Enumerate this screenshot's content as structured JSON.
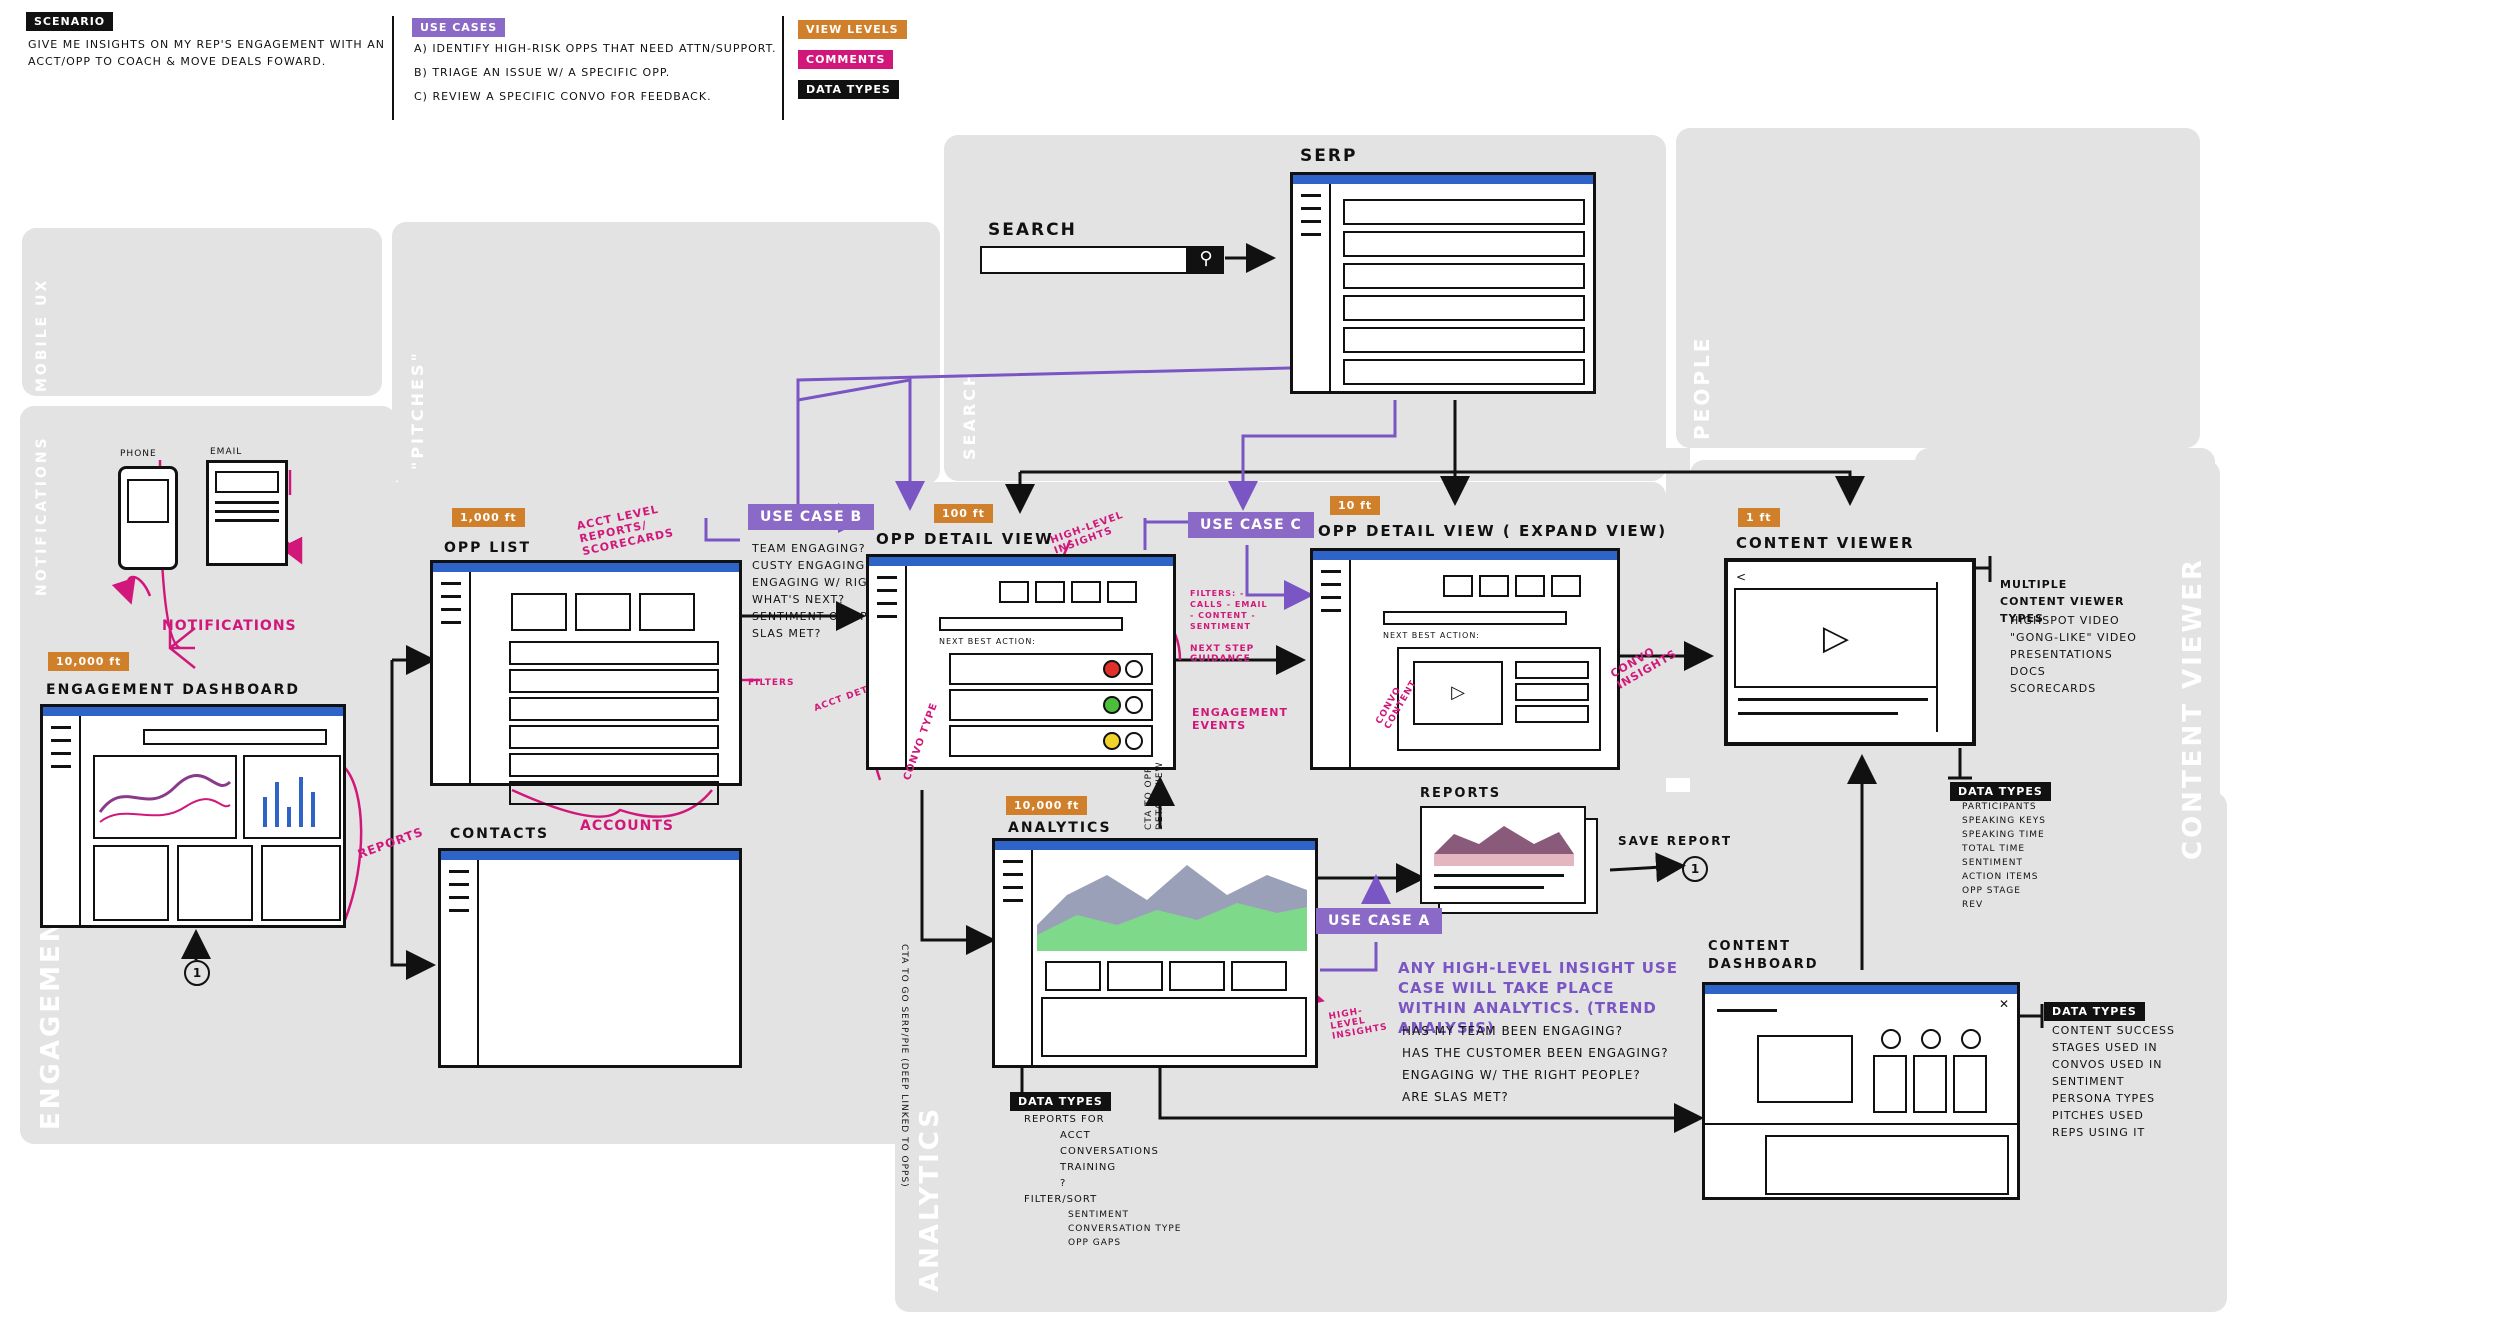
{
  "legend": {
    "scenario_tag": "SCENARIO",
    "scenario_text": "GIVE ME INSIGHTS ON MY REP'S ENGAGEMENT WITH AN ACCT/OPP TO COACH & MOVE DEALS FOWARD.",
    "use_cases_tag": "USE CASES",
    "use_cases": [
      "A) IDENTIFY HIGH-RISK OPPS THAT NEED ATTN/SUPPORT.",
      "B) TRIAGE AN ISSUE W/ A SPECIFIC OPP.",
      "C) REVIEW A SPECIFIC CONVO FOR FEEDBACK."
    ],
    "key_tags": [
      "VIEW LEVELS",
      "COMMENTS",
      "DATA TYPES"
    ]
  },
  "regions": {
    "mobile_ux": "MOBILE UX",
    "pitches": "\"PITCHES\"",
    "search": "SEARCH",
    "people": "PEOPLE",
    "notifications": "NOTIFICATIONS",
    "engagement": "ENGAGEMENT",
    "analytics": "ANALYTICS",
    "content_viewer": "CONTENT VIEWER"
  },
  "screens": {
    "search_label": "SEARCH",
    "serp": "SERP",
    "phone": "PHONE",
    "email": "EMAIL",
    "notifications": "NOTIFICATIONS",
    "engagement_view": "10,000 ft",
    "engagement_title": "ENGAGEMENT DASHBOARD",
    "reports": "REPORTS",
    "opp_list_view": "1,000 ft",
    "opp_list_title": "OPP LIST",
    "acct_level_reports": "ACCT LEVEL REPORTS/ SCORECARDS",
    "accounts": "ACCOUNTS",
    "filters": "FILTERS",
    "contacts_title": "CONTACTS",
    "use_case_b": "USE CASE B",
    "use_case_b_questions": [
      "TEAM ENGAGING?",
      "CUSTY ENGAGING?",
      "ENGAGING W/ RIGHT PEOPLE?",
      "WHAT'S NEXT?",
      "SENTIMENT OF OPP?",
      "SLAS MET?"
    ],
    "acct_details": "ACCT DETAILS",
    "opp_detail_view": "100 ft",
    "opp_detail_title": "OPP DETAIL VIEW",
    "high_level_insights": "HIGH-LEVEL INSIGHTS",
    "next_best_action": "NEXT BEST ACTION:",
    "filters_list": "FILTERS: - CALLS - EMAIL - CONTENT - SENTIMENT",
    "next_step_guidance": "NEXT STEP GUIDANCE",
    "convo_type": "CONVO TYPE",
    "engagement_events": "ENGAGEMENT EVENTS",
    "use_case_c": "USE CASE C",
    "opp_expand_view": "10 ft",
    "opp_expand_title": "OPP DETAIL VIEW ( EXPAND VIEW)",
    "convo_content": "CONVO CONTENT",
    "convo_insights": "CONVO INSIGHTS",
    "content_viewer_view": "1 ft",
    "content_viewer_title": "CONTENT VIEWER",
    "multiple_viewer_types": "MULTIPLE CONTENT VIEWER TYPES",
    "viewer_types": [
      "HIGHSPOT VIDEO",
      "\"GONG-LIKE\" VIDEO",
      "PRESENTATIONS",
      "DOCS",
      "SCORECARDS"
    ],
    "cv_data_types_tag": "DATA TYPES",
    "cv_data_types": [
      "PARTICIPANTS",
      "SPEAKING KEYS",
      "SPEAKING TIME",
      "TOTAL TIME",
      "SENTIMENT",
      "ACTION ITEMS",
      "OPP STAGE",
      "REV"
    ],
    "analytics_view": "10,000 ft",
    "analytics_title": "ANALYTICS",
    "cta_to_opp": "CTA TO OPP DETAIL VIEW",
    "cta_to_serp": "CTA TO GO SERP/PIE (DEEP LINKED TO OPPS)",
    "reports_title": "REPORTS",
    "save_report": "SAVE REPORT",
    "use_case_a": "USE CASE A",
    "use_case_a_text": "ANY HIGH-LEVEL INSIGHT USE CASE WILL TAKE PLACE WITHIN ANALYTICS. (TREND ANALYSIS)",
    "use_case_a_questions": [
      "HAS MY TEAM BEEN ENGAGING?",
      "HAS THE CUSTOMER BEEN ENGAGING?",
      "ENGAGING W/ THE RIGHT PEOPLE?",
      "ARE SLAS MET?"
    ],
    "high_level_insights_2": "HIGH-LEVEL INSIGHTS",
    "an_data_types_tag": "DATA TYPES",
    "an_data_types": [
      "REPORTS FOR",
      "ACCT",
      "CONVERSATIONS",
      "TRAINING",
      "?",
      "FILTER/SORT",
      "SENTIMENT",
      "CONVERSATION TYPE",
      "OPP GAPS"
    ],
    "content_dashboard_title": "CONTENT DASHBOARD",
    "cd_data_types_tag": "DATA TYPES",
    "cd_data_types": [
      "CONTENT SUCCESS",
      "STAGES USED IN",
      "CONVOS USED IN",
      "SENTIMENT",
      "PERSONA TYPES",
      "PITCHES USED",
      "REPS USING IT"
    ],
    "marker_1": "1"
  },
  "colors": {
    "region_bg": "#e4e3e4",
    "window_bar": "#2e64c8",
    "orange": "#d07f2b",
    "pink": "#d1187a",
    "purple": "#8a6ac6"
  }
}
